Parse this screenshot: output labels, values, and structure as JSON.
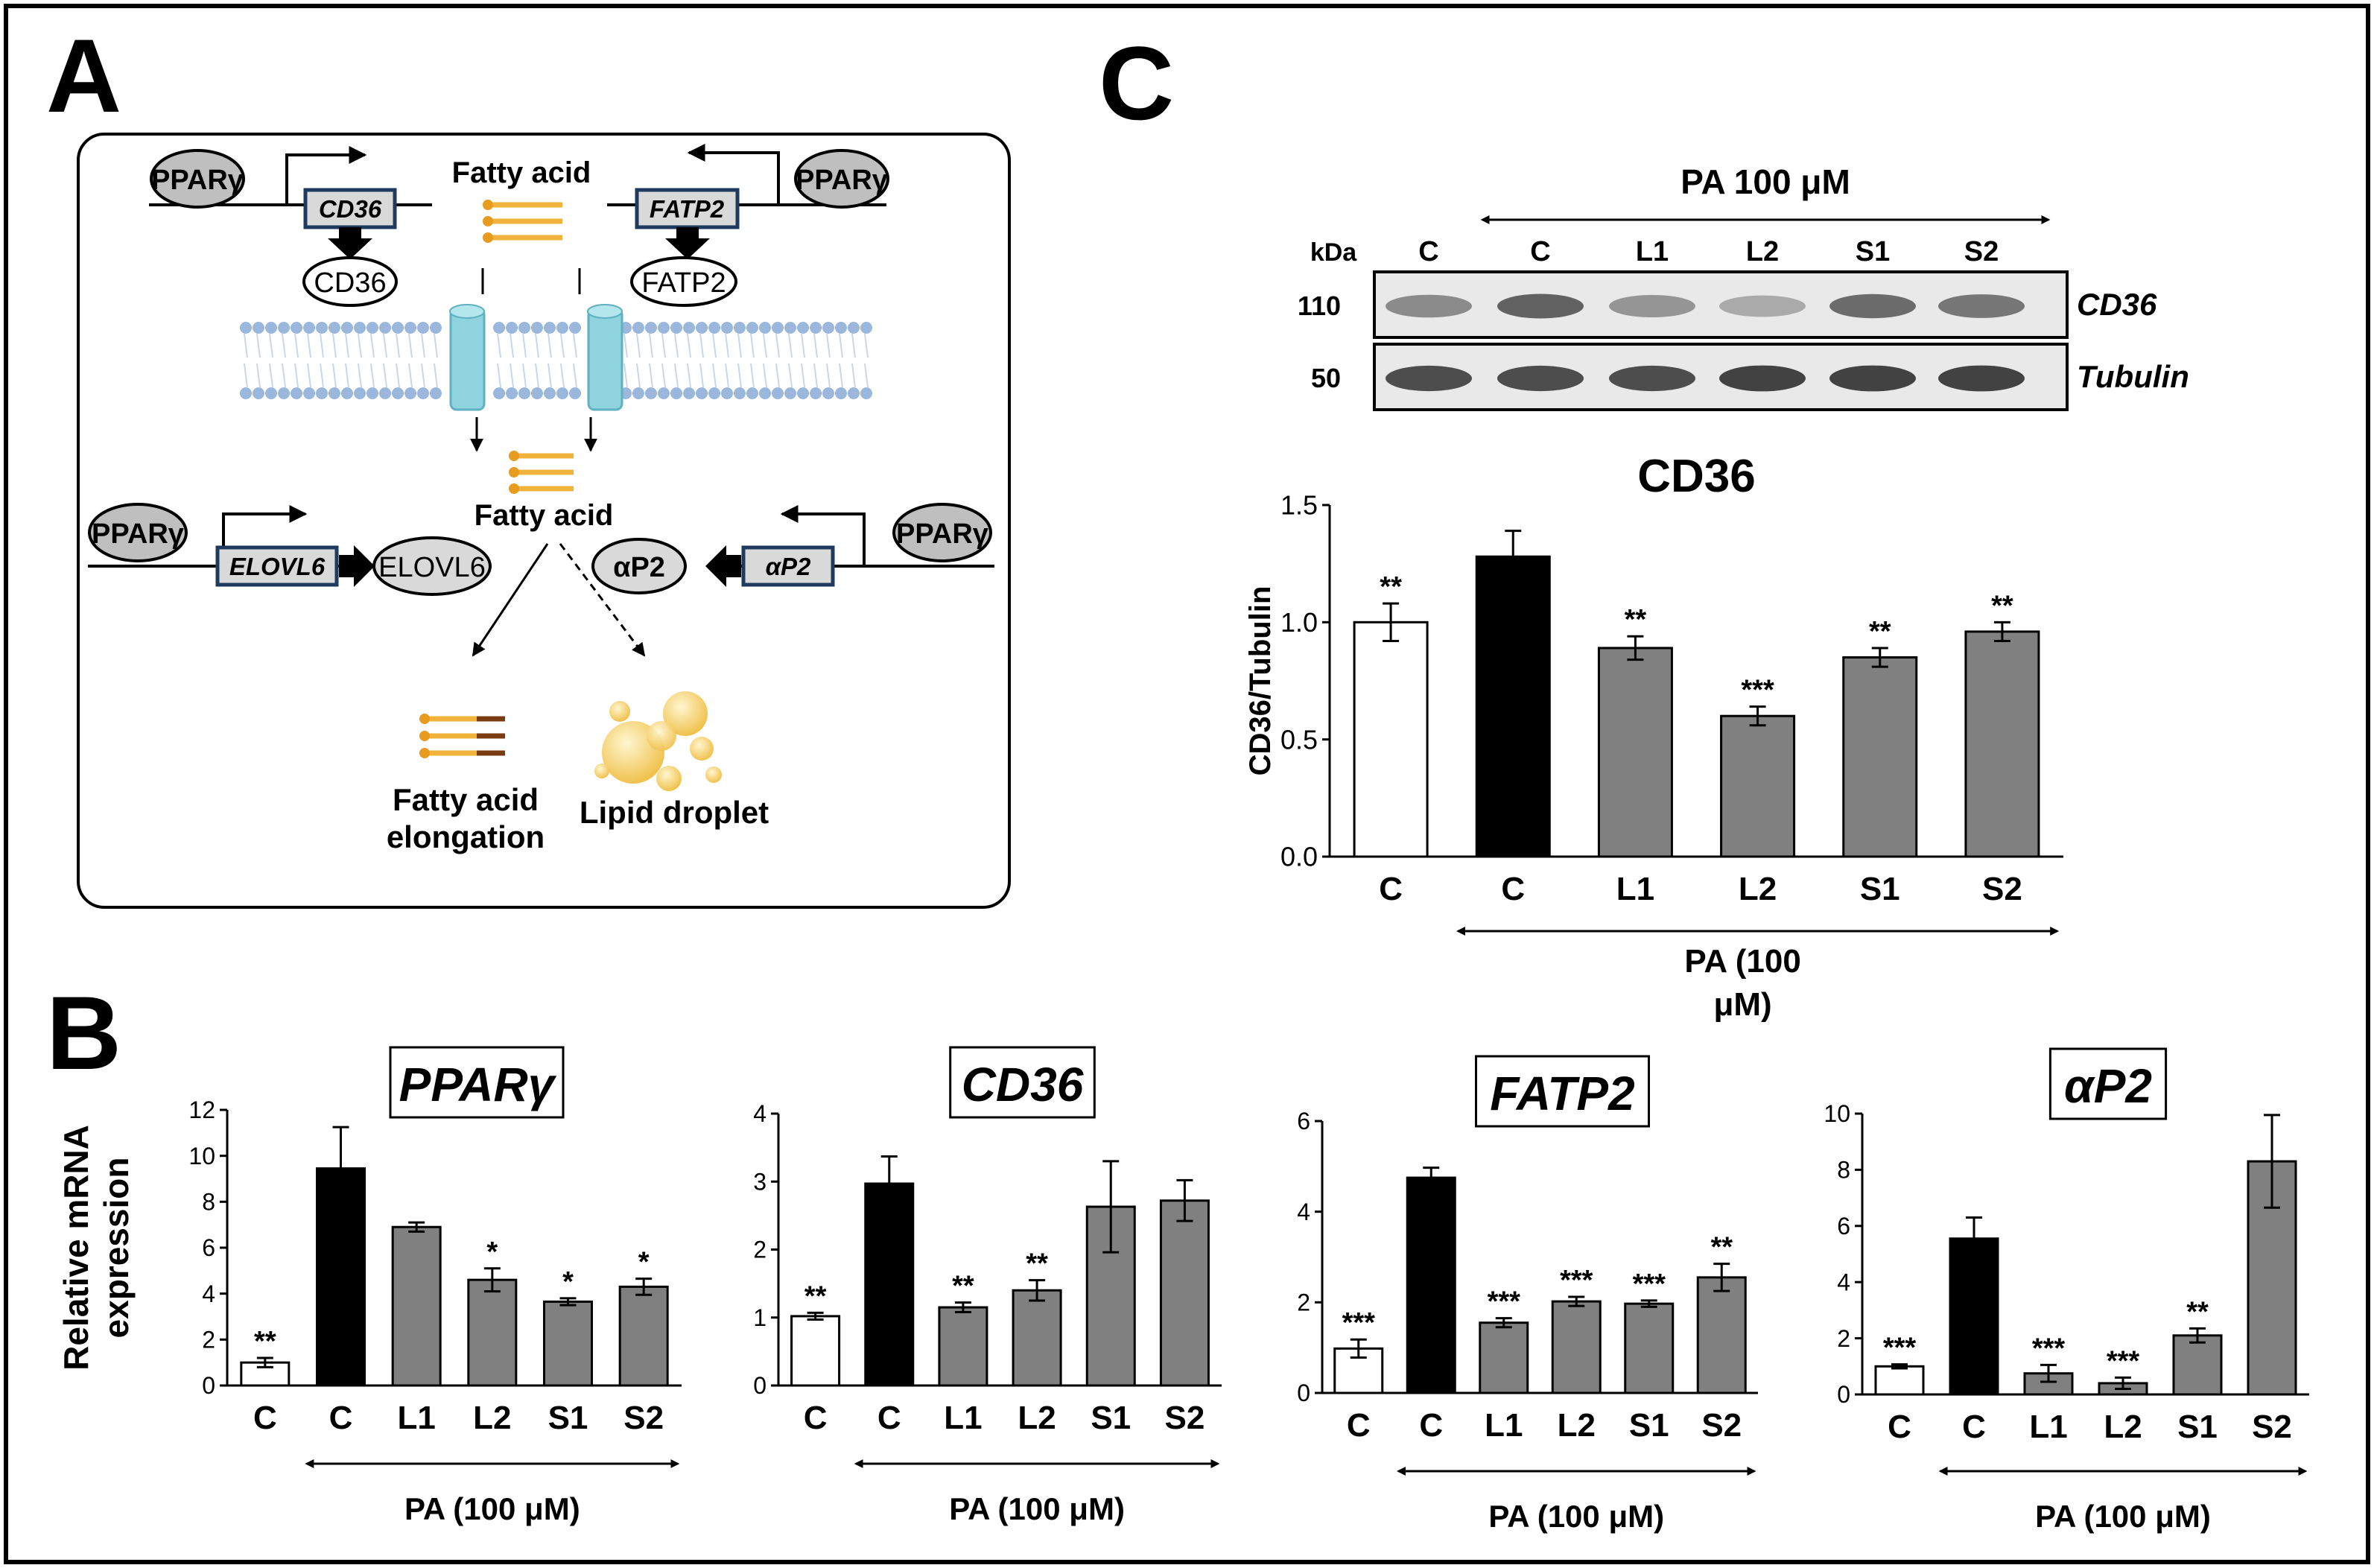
{
  "panels": {
    "A": "A",
    "B": "B",
    "C": "C"
  },
  "diagram": {
    "pparg": "PPARγ",
    "cd36_gene": "CD36",
    "fatp2_gene": "FATP2",
    "cd36_protein": "CD36",
    "fatp2_protein": "FATP2",
    "fatty_acid_top": "Fatty acid",
    "fatty_acid_mid": "Fatty acid",
    "elovl6_gene": "ELOVL6",
    "elovl6_protein": "ELOVL6",
    "ap2_protein": "αP2",
    "ap2_gene": "αP2",
    "elongation_line1": "Fatty acid",
    "elongation_line2": "elongation",
    "lipid_droplet": "Lipid droplet"
  },
  "western": {
    "treatment": "PA 100 μM",
    "kda_label": "kDa",
    "lanes": [
      "C",
      "C",
      "L1",
      "L2",
      "S1",
      "S2"
    ],
    "bands": [
      {
        "name": "CD36",
        "kda": "110",
        "intensity": [
          0.55,
          0.75,
          0.5,
          0.4,
          0.7,
          0.65
        ]
      },
      {
        "name": "Tubulin",
        "kda": "50",
        "intensity": [
          0.85,
          0.85,
          0.85,
          0.9,
          0.9,
          0.9
        ]
      }
    ]
  },
  "chart_data": [
    {
      "type": "bar",
      "panel": "C",
      "title": "CD36",
      "ylabel": "CD36/Tubulin",
      "ylim": [
        0,
        1.5
      ],
      "yticks": [
        "0.0",
        "0.5",
        "1.0",
        "1.5"
      ],
      "categories": [
        "C",
        "C",
        "L1",
        "L2",
        "S1",
        "S2"
      ],
      "values": [
        1.0,
        1.28,
        0.89,
        0.6,
        0.85,
        0.96
      ],
      "errors": [
        0.08,
        0.11,
        0.05,
        0.04,
        0.04,
        0.04
      ],
      "significance": [
        "**",
        "",
        "**",
        "***",
        "**",
        "**"
      ],
      "treatment_label": "PA (100 μM)",
      "treatment_label_lines": [
        "PA (100",
        "μM)"
      ]
    },
    {
      "type": "bar",
      "panel": "B",
      "title": "PPARγ",
      "ylabel": "Relative mRNA expression",
      "ylim": [
        0,
        12
      ],
      "yticks": [
        "0",
        "2",
        "4",
        "6",
        "8",
        "10",
        "12"
      ],
      "categories": [
        "C",
        "C",
        "L1",
        "L2",
        "S1",
        "S2"
      ],
      "values": [
        1.0,
        9.45,
        6.9,
        4.6,
        3.65,
        4.3
      ],
      "errors": [
        0.2,
        1.8,
        0.2,
        0.5,
        0.15,
        0.35
      ],
      "significance": [
        "**",
        "",
        "",
        "*",
        "*",
        "*"
      ],
      "treatment_label": "PA (100 μM)"
    },
    {
      "type": "bar",
      "panel": "B",
      "title": "CD36",
      "ylim": [
        0,
        4
      ],
      "yticks": [
        "0",
        "1",
        "2",
        "3",
        "4"
      ],
      "categories": [
        "C",
        "C",
        "L1",
        "L2",
        "S1",
        "S2"
      ],
      "values": [
        1.02,
        2.97,
        1.15,
        1.4,
        2.63,
        2.72
      ],
      "errors": [
        0.05,
        0.4,
        0.07,
        0.15,
        0.67,
        0.3
      ],
      "significance": [
        "**",
        "",
        "**",
        "**",
        "",
        ""
      ],
      "treatment_label": "PA (100 μM)"
    },
    {
      "type": "bar",
      "panel": "B",
      "title": "FATP2",
      "ylim": [
        0,
        6
      ],
      "yticks": [
        "0",
        "2",
        "4",
        "6"
      ],
      "categories": [
        "C",
        "C",
        "L1",
        "L2",
        "S1",
        "S2"
      ],
      "values": [
        0.98,
        4.75,
        1.55,
        2.02,
        1.97,
        2.55
      ],
      "errors": [
        0.2,
        0.22,
        0.1,
        0.1,
        0.07,
        0.3
      ],
      "significance": [
        "***",
        "",
        "***",
        "***",
        "***",
        "**"
      ],
      "treatment_label": "PA (100 μM)"
    },
    {
      "type": "bar",
      "panel": "B",
      "title": "αP2",
      "ylim": [
        0,
        10
      ],
      "yticks": [
        "0",
        "2",
        "4",
        "6",
        "8",
        "10"
      ],
      "categories": [
        "C",
        "C",
        "L1",
        "L2",
        "S1",
        "S2"
      ],
      "values": [
        1.0,
        5.55,
        0.75,
        0.4,
        2.1,
        8.3
      ],
      "errors": [
        0.07,
        0.75,
        0.3,
        0.2,
        0.25,
        1.65
      ],
      "significance": [
        "***",
        "",
        "***",
        "***",
        "**",
        ""
      ],
      "treatment_label": "PA (100 μM)"
    }
  ],
  "colors": {
    "control_bar": "#ffffff",
    "pa_control_bar": "#000000",
    "treatment_bar": "#808080",
    "ppar_ellipse": "#bfbfbf",
    "gene_box_border": "#1f3a5f",
    "channel": "#8fd3df",
    "membrane": "#9bb7dc",
    "fatty_acid": "#f2b33d",
    "elongation_tip": "#7a3b12",
    "droplet": "#f3cf63"
  }
}
